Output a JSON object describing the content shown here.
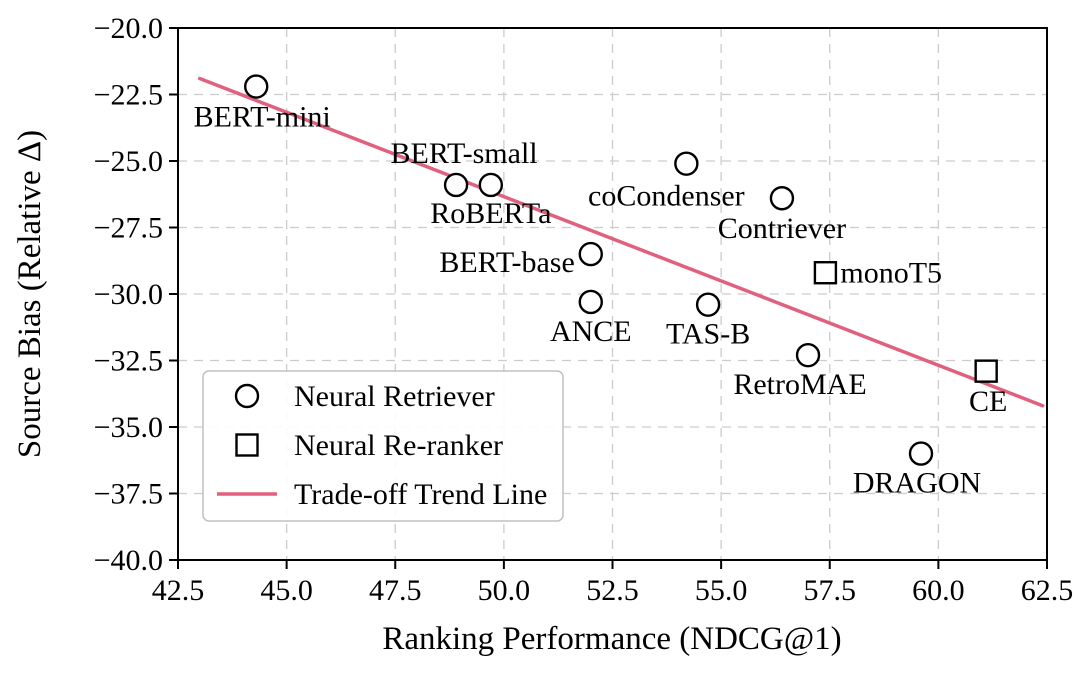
{
  "figure": {
    "background": "#ffffff",
    "marker_color": "#000000",
    "grid_color": "#cccccc"
  },
  "chart_data": {
    "type": "scatter",
    "title": "",
    "xlabel": "Ranking Performance (NDCG@1)",
    "ylabel": "Source Bias (Relative Δ)",
    "xlim": [
      42.5,
      62.5
    ],
    "ylim": [
      -40.0,
      -20.0
    ],
    "xticks": [
      42.5,
      45.0,
      47.5,
      50.0,
      52.5,
      55.0,
      57.5,
      60.0,
      62.5
    ],
    "yticks": [
      -40.0,
      -37.5,
      -35.0,
      -32.5,
      -30.0,
      -27.5,
      -25.0,
      -22.5,
      -20.0
    ],
    "grid": true,
    "grid_style": "dashed",
    "legend_position": "lower left",
    "series": [
      {
        "name": "Neural Retriever",
        "marker": "circle",
        "points": [
          {
            "label": "BERT-mini",
            "x": 44.3,
            "y": -22.2,
            "dx": 6,
            "dy": 40,
            "anchor": "middle"
          },
          {
            "label": "BERT-small",
            "x": 48.9,
            "y": -25.9,
            "dx": 8,
            "dy": -22,
            "anchor": "middle"
          },
          {
            "label": "RoBERTa",
            "x": 49.7,
            "y": -25.9,
            "dx": 0,
            "dy": 38,
            "anchor": "middle"
          },
          {
            "label": "BERT-base",
            "x": 52.0,
            "y": -28.5,
            "dx": -16,
            "dy": 18,
            "anchor": "end"
          },
          {
            "label": "ANCE",
            "x": 52.0,
            "y": -30.3,
            "dx": 0,
            "dy": 39,
            "anchor": "middle"
          },
          {
            "label": "coCondenser",
            "x": 54.2,
            "y": -25.1,
            "dx": -20,
            "dy": 42,
            "anchor": "middle"
          },
          {
            "label": "TAS-B",
            "x": 54.7,
            "y": -30.4,
            "dx": 0,
            "dy": 39,
            "anchor": "middle"
          },
          {
            "label": "Contriever",
            "x": 56.4,
            "y": -26.4,
            "dx": 0,
            "dy": 40,
            "anchor": "middle"
          },
          {
            "label": "RetroMAE",
            "x": 57.0,
            "y": -32.3,
            "dx": -8,
            "dy": 39,
            "anchor": "middle"
          },
          {
            "label": "DRAGON",
            "x": 59.6,
            "y": -36.0,
            "dx": -4,
            "dy": 39,
            "anchor": "middle"
          }
        ]
      },
      {
        "name": "Neural Re-ranker",
        "marker": "square",
        "points": [
          {
            "label": "monoT5",
            "x": 57.4,
            "y": -29.2,
            "dx": 15,
            "dy": 10,
            "anchor": "start"
          },
          {
            "label": "CE",
            "x": 61.1,
            "y": -32.9,
            "dx": 2,
            "dy": 40,
            "anchor": "middle"
          }
        ]
      }
    ],
    "trend_line": {
      "name": "Trade-off Trend Line",
      "x": [
        43.0,
        62.4
      ],
      "y": [
        -21.9,
        -34.2
      ],
      "color": "#e0607e"
    }
  },
  "legend": {
    "items": [
      {
        "label": "Neural Retriever",
        "marker": "circle"
      },
      {
        "label": "Neural Re-ranker",
        "marker": "square"
      },
      {
        "label": "Trade-off Trend Line",
        "marker": "line"
      }
    ]
  }
}
